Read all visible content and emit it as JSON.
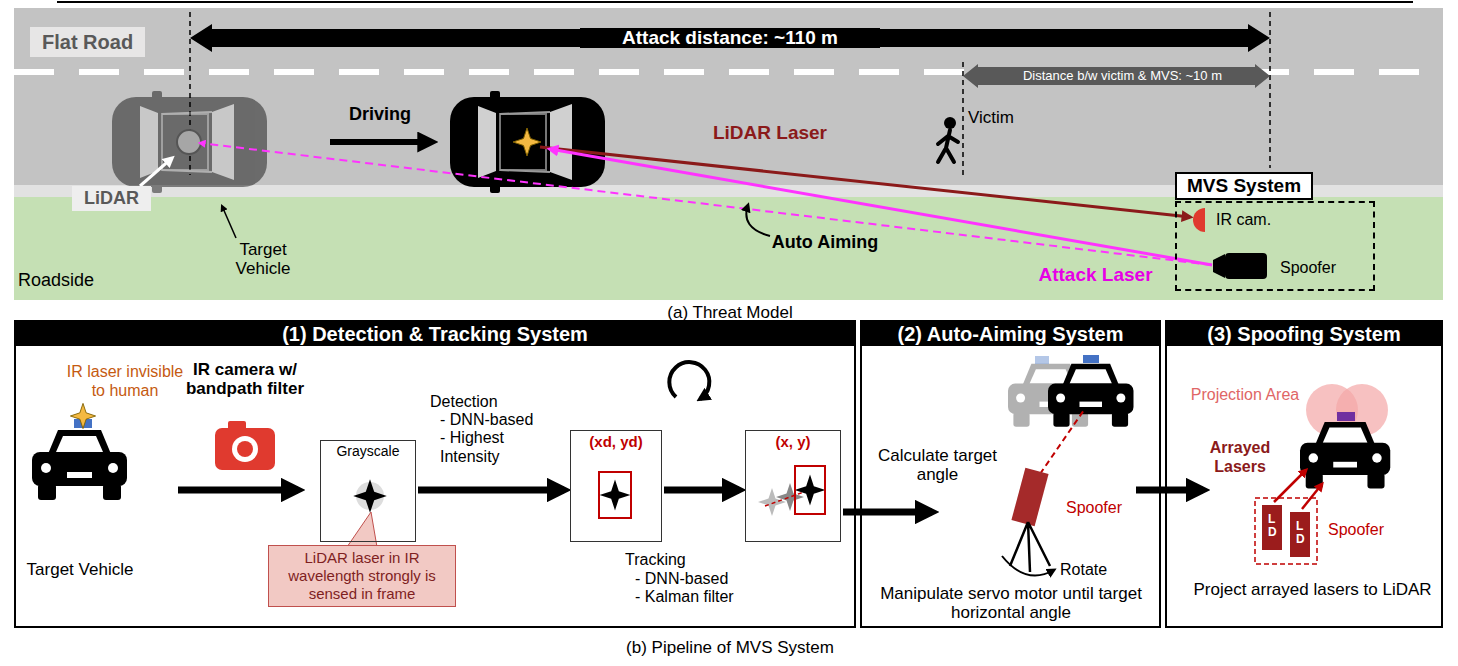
{
  "diagram": {
    "nodes": [
      {
        "text": [
          "Flat Road"
        ]
      },
      {
        "text": [
          "LiDAR"
        ]
      },
      {
        "text": [
          "MVS System"
        ]
      },
      {
        "text": [
          "(1) Detection & Tracking System"
        ]
      },
      {
        "text": [
          "Grayscale"
        ],
        "in": 3
      },
      {
        "text": [
          "LiDAR laser in IR wavelength strongly is sensed in frame"
        ],
        "in": 3
      },
      {
        "text": [
          "(xd, yd)"
        ],
        "in": 3
      },
      {
        "text": [
          "(x, y)"
        ],
        "in": 3
      },
      {
        "text": [
          "(2) Auto-Aiming System"
        ]
      },
      {
        "text": [
          "(3) Spoofing System"
        ]
      }
    ],
    "edges": [
      {
        "from": 4,
        "to": 6,
        "arrow": "to"
      },
      {
        "from": 6,
        "to": 7,
        "arrow": "to"
      },
      {
        "from": 7,
        "to": 8,
        "arrow": "to"
      },
      {
        "from": 8,
        "to": 9,
        "arrow": "to"
      }
    ],
    "labels": [
      "Attack distance: ~110 m",
      "Distance b/w victim & MVS: ~10 m",
      "Driving",
      "Target Vehicle",
      "Victim",
      "LiDAR Laser",
      "Auto Aiming",
      "IR cam.",
      "Attack Laser",
      "Spoofer",
      "Roadside",
      "(a) Threat Model",
      "IR laser invisible to human",
      "IR camera w/ bandpath filter",
      "Target Vehicle",
      "Detection",
      "- DNN-based",
      "- Highest Intensity",
      "Tracking",
      "- DNN-based",
      "- Kalman filter",
      "Calculate target angle",
      "Spoofer",
      "Rotate",
      "Manipulate servo motor until target horizontal angle",
      "Projection Area",
      "Arrayed Lasers",
      "Spoofer",
      "Project arrayed lasers to LiDAR",
      "LD",
      "LD",
      "(b) Pipeline of MVS System"
    ]
  }
}
